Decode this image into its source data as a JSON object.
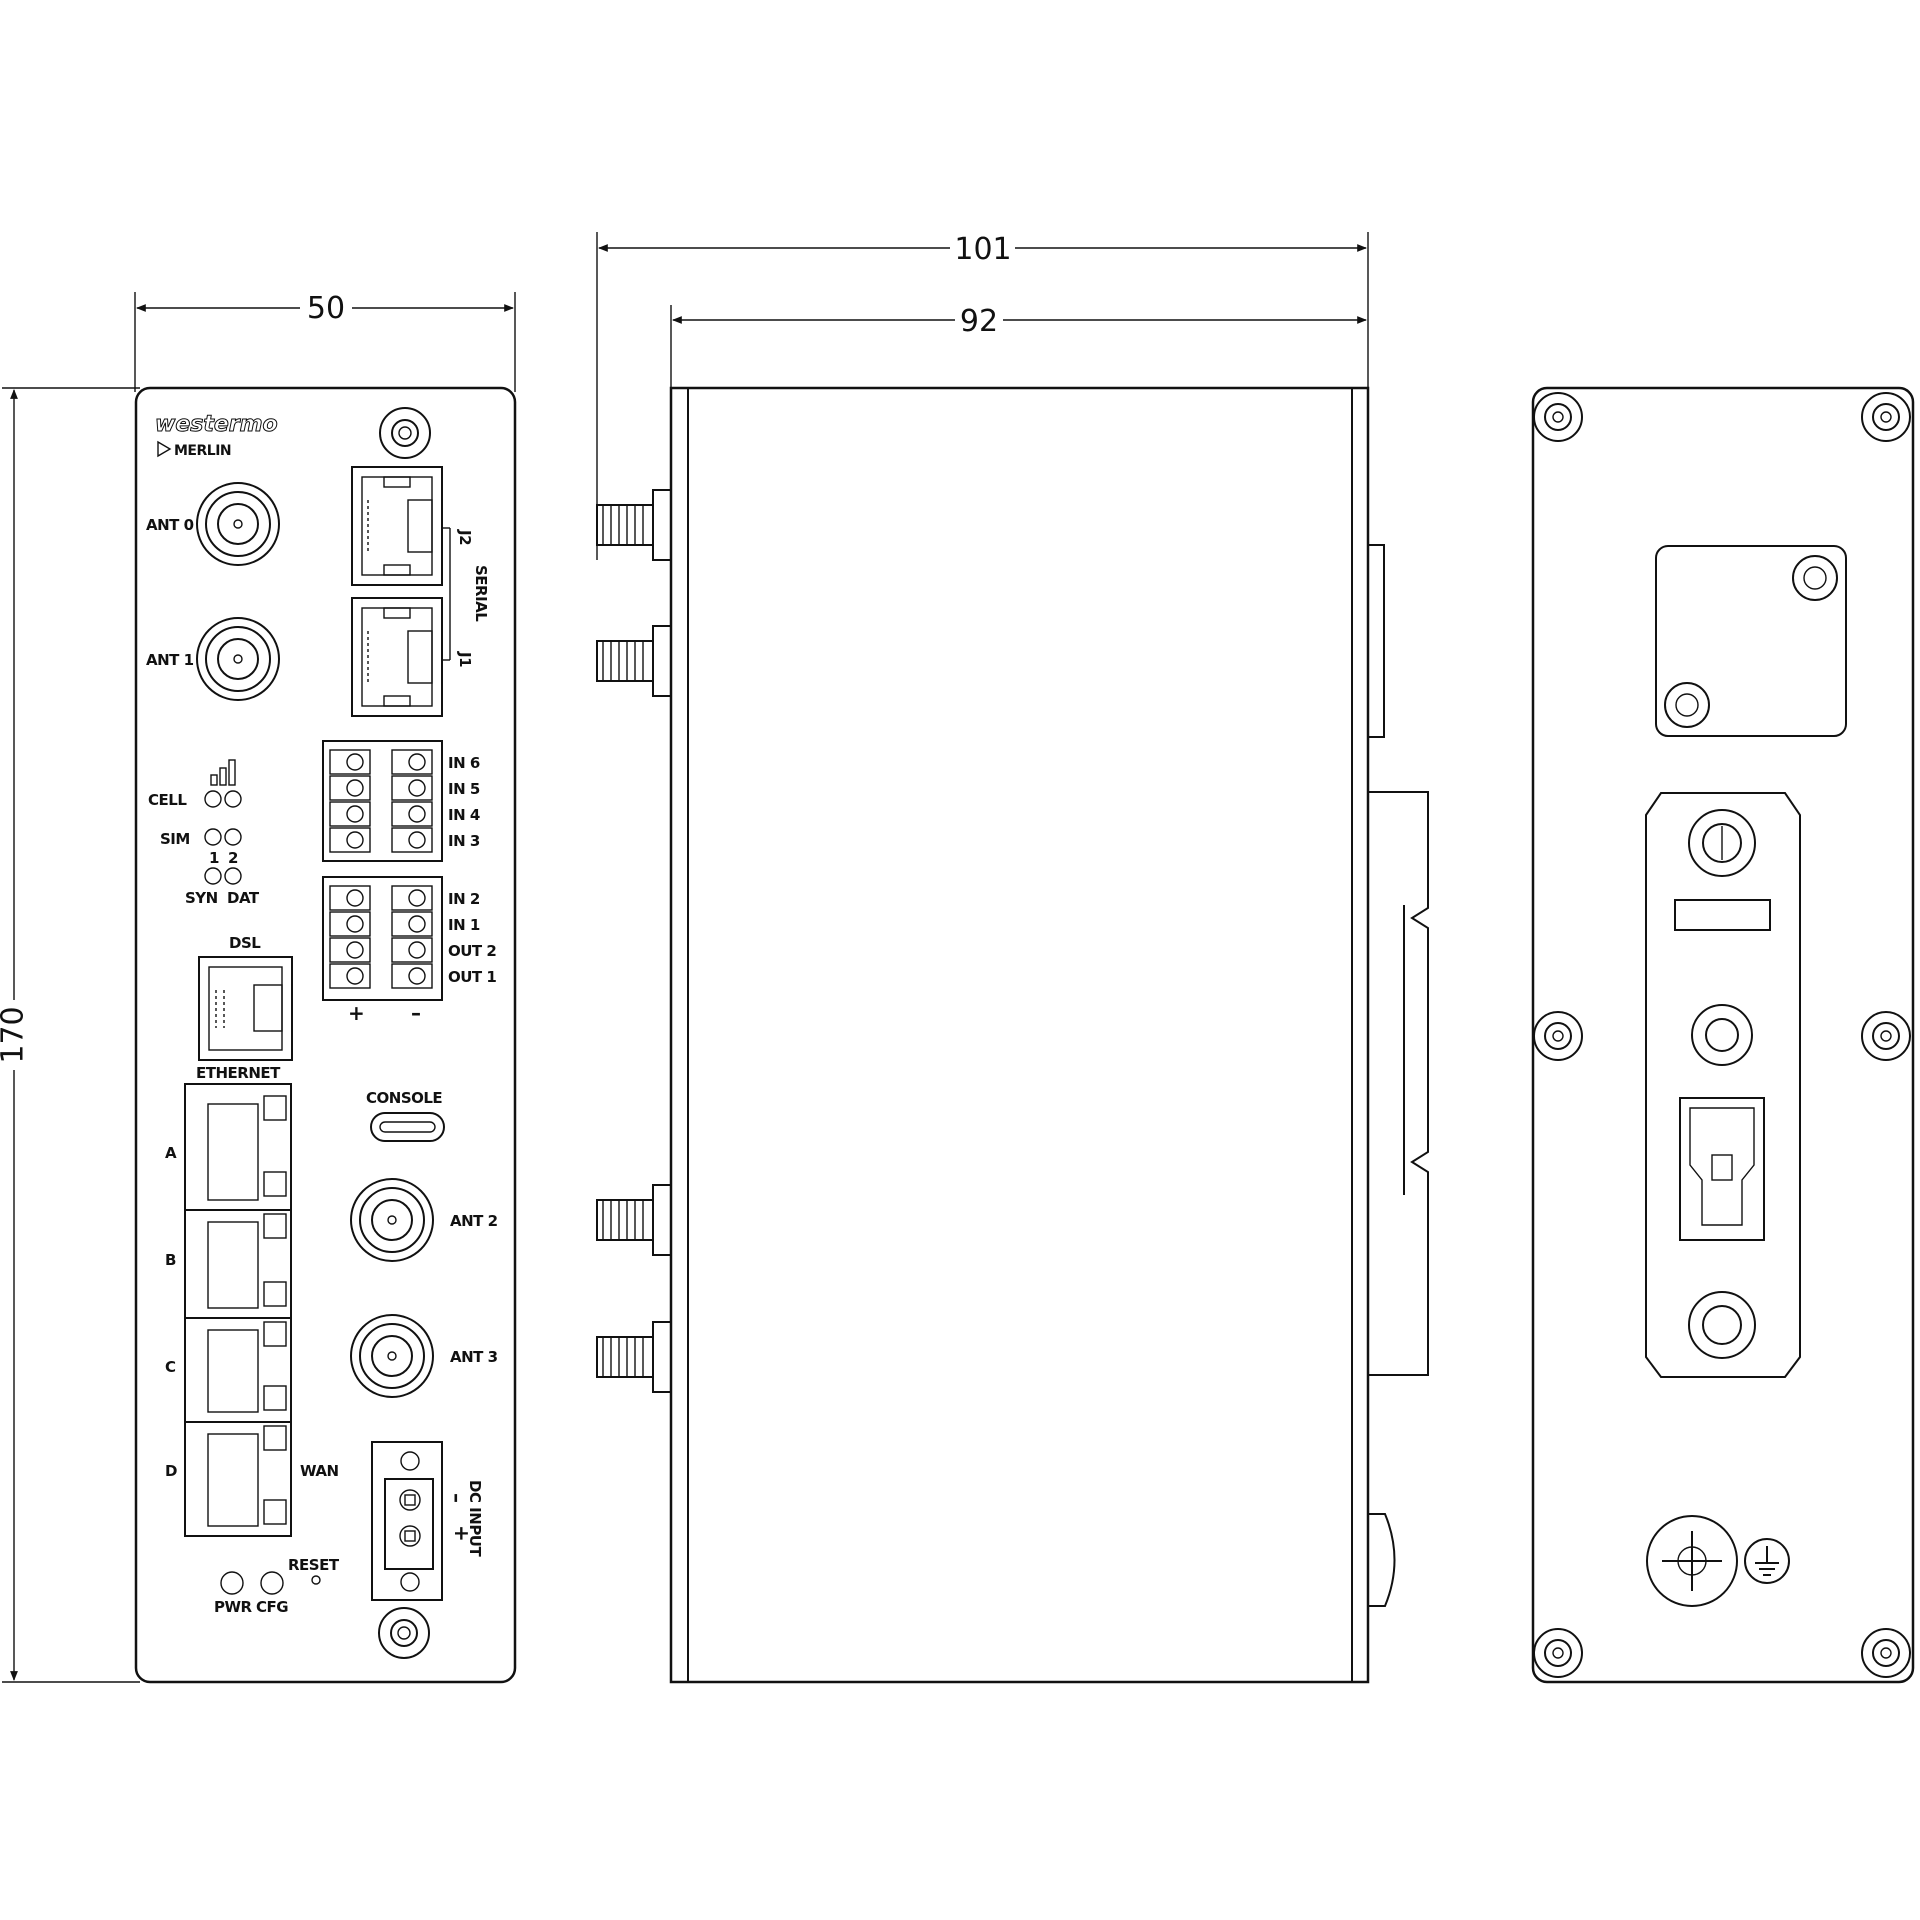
{
  "dimensions": {
    "front_width": "50",
    "height": "170",
    "total_depth": "101",
    "body_depth": "92"
  },
  "front_panel": {
    "brand": "westermo",
    "product": "MERLIN",
    "antennas": [
      "ANT 0",
      "ANT 1",
      "ANT 2",
      "ANT 3"
    ],
    "serial": {
      "label": "SERIAL",
      "ports": [
        "J2",
        "J1"
      ]
    },
    "inputs_group_1": [
      "IN 6",
      "IN 5",
      "IN 4",
      "IN 3"
    ],
    "inputs_group_2": [
      "IN 2",
      "IN 1",
      "OUT 2",
      "OUT 1"
    ],
    "terminal_polarity": [
      "+",
      "–"
    ],
    "leds": {
      "cell": "CELL",
      "sim": "SIM",
      "sim_numbers": [
        "1",
        "2"
      ],
      "syn": "SYN",
      "dat": "DAT",
      "pwr": "PWR",
      "cfg": "CFG"
    },
    "dsl": "DSL",
    "ethernet": {
      "label": "ETHERNET",
      "ports": [
        "A",
        "B",
        "C",
        "D"
      ],
      "wan": "WAN"
    },
    "console": "CONSOLE",
    "reset": "RESET",
    "dc_input": {
      "label": "DC INPUT",
      "minus": "–",
      "plus": "+"
    }
  },
  "icons": [
    "signal-bars-icon",
    "ground-symbol-icon",
    "screw-icon",
    "sma-connector-icon",
    "rj45-port-icon",
    "usb-c-port-icon"
  ]
}
